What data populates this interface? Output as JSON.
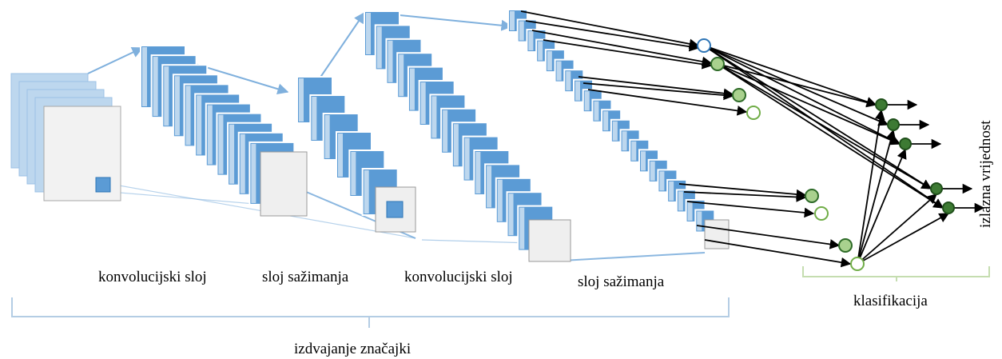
{
  "labels": {
    "conv1": "konvolucijski sloj",
    "pool1": "sloj sažimanja",
    "conv2": "konvolucijski sloj",
    "pool2": "sloj sažimanja",
    "features": "izdvajanje značajki",
    "classification": "klasifikacija",
    "output": "izlazna vrijednost"
  },
  "colors": {
    "feature_map_blue": "#5b9bd5",
    "feature_map_light": "#bdd7ee",
    "feature_map_bg": "#efefef",
    "arrow_blue": "#7fb0dd",
    "brace": "#b4cde4",
    "brace_green": "#c5ddb0",
    "node_light": "#a9d18e",
    "node_dark": "#3d7a33",
    "node_stroke": "#2e6b28",
    "node_empty_stroke": "#70ad47",
    "input_node_stroke": "#2e75b6"
  }
}
